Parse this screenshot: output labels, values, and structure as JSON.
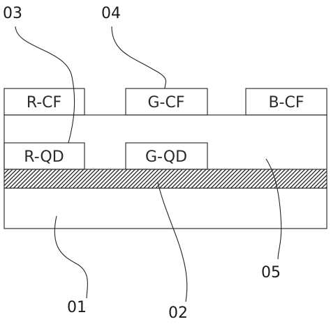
{
  "layers": {
    "cf_red": "R-CF",
    "cf_green": "G-CF",
    "cf_blue": "B-CF",
    "qd_red": "R-QD",
    "qd_green": "G-QD"
  },
  "callouts": {
    "c01": "01",
    "c02": "02",
    "c03": "03",
    "c04": "04",
    "c05": "05"
  },
  "colors": {
    "stroke": "#333333",
    "stipple": "#555555",
    "hatch": "#222222"
  }
}
